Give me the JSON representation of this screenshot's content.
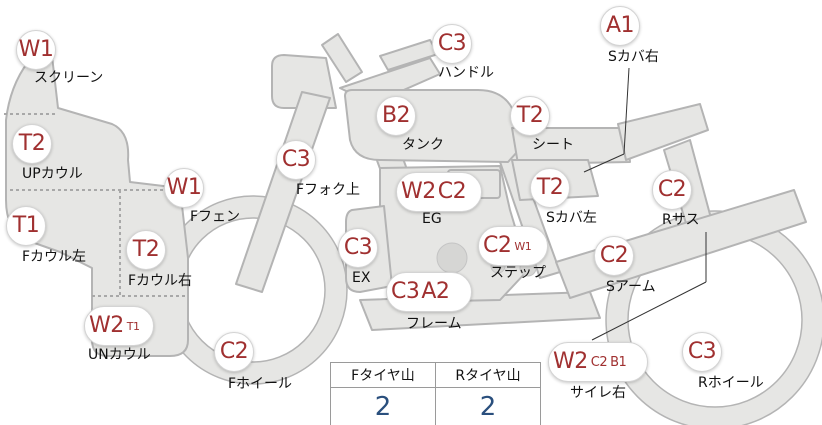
{
  "parts": {
    "screen": {
      "label": "スクリーン",
      "grade": "W1"
    },
    "up_cowl": {
      "label": "UPカウル",
      "grade": "T2"
    },
    "f_cowl_left": {
      "label": "Fカウル左",
      "grade": "T1"
    },
    "f_fender": {
      "label": "Fフェン",
      "grade": "W1"
    },
    "f_cowl_right": {
      "label": "Fカウル右",
      "grade": "T2"
    },
    "un_cowl": {
      "label": "UNカウル",
      "grade": "W2",
      "sub": "T1"
    },
    "f_wheel": {
      "label": "Fホイール",
      "grade": "C2"
    },
    "f_fork_upper": {
      "label": "Fフォク上",
      "grade": "C3"
    },
    "handle": {
      "label": "ハンドル",
      "grade": "C3"
    },
    "tank": {
      "label": "タンク",
      "grade": "B2"
    },
    "seat": {
      "label": "シート",
      "grade": "T2"
    },
    "s_cover_right": {
      "label": "Sカバ右",
      "grade": "A1"
    },
    "eg": {
      "label": "EG",
      "grades": [
        "W2",
        "C2"
      ]
    },
    "s_cover_left": {
      "label": "Sカバ左",
      "grade": "T2"
    },
    "r_sus": {
      "label": "Rサス",
      "grade": "C2"
    },
    "ex": {
      "label": "EX",
      "grade": "C3"
    },
    "step": {
      "label": "ステップ",
      "grade": "C2",
      "sub": "W1"
    },
    "s_arm": {
      "label": "Sアーム",
      "grade": "C2"
    },
    "frame": {
      "label": "フレーム",
      "grades": [
        "C3",
        "A2"
      ]
    },
    "silencer_right": {
      "label": "サイレ右",
      "grade": "W2",
      "subs": [
        "C2",
        "B1"
      ]
    },
    "r_wheel": {
      "label": "Rホイール",
      "grade": "C3"
    }
  },
  "tire_table": {
    "headers": [
      "Fタイヤ山",
      "Rタイヤ山"
    ],
    "values": [
      "2",
      "2"
    ]
  },
  "colors": {
    "grade_text": "#a03030",
    "tire_value": "#2a4f7d",
    "bike_fill": "#e6e6e4",
    "bike_stroke": "#b4b4b4"
  }
}
